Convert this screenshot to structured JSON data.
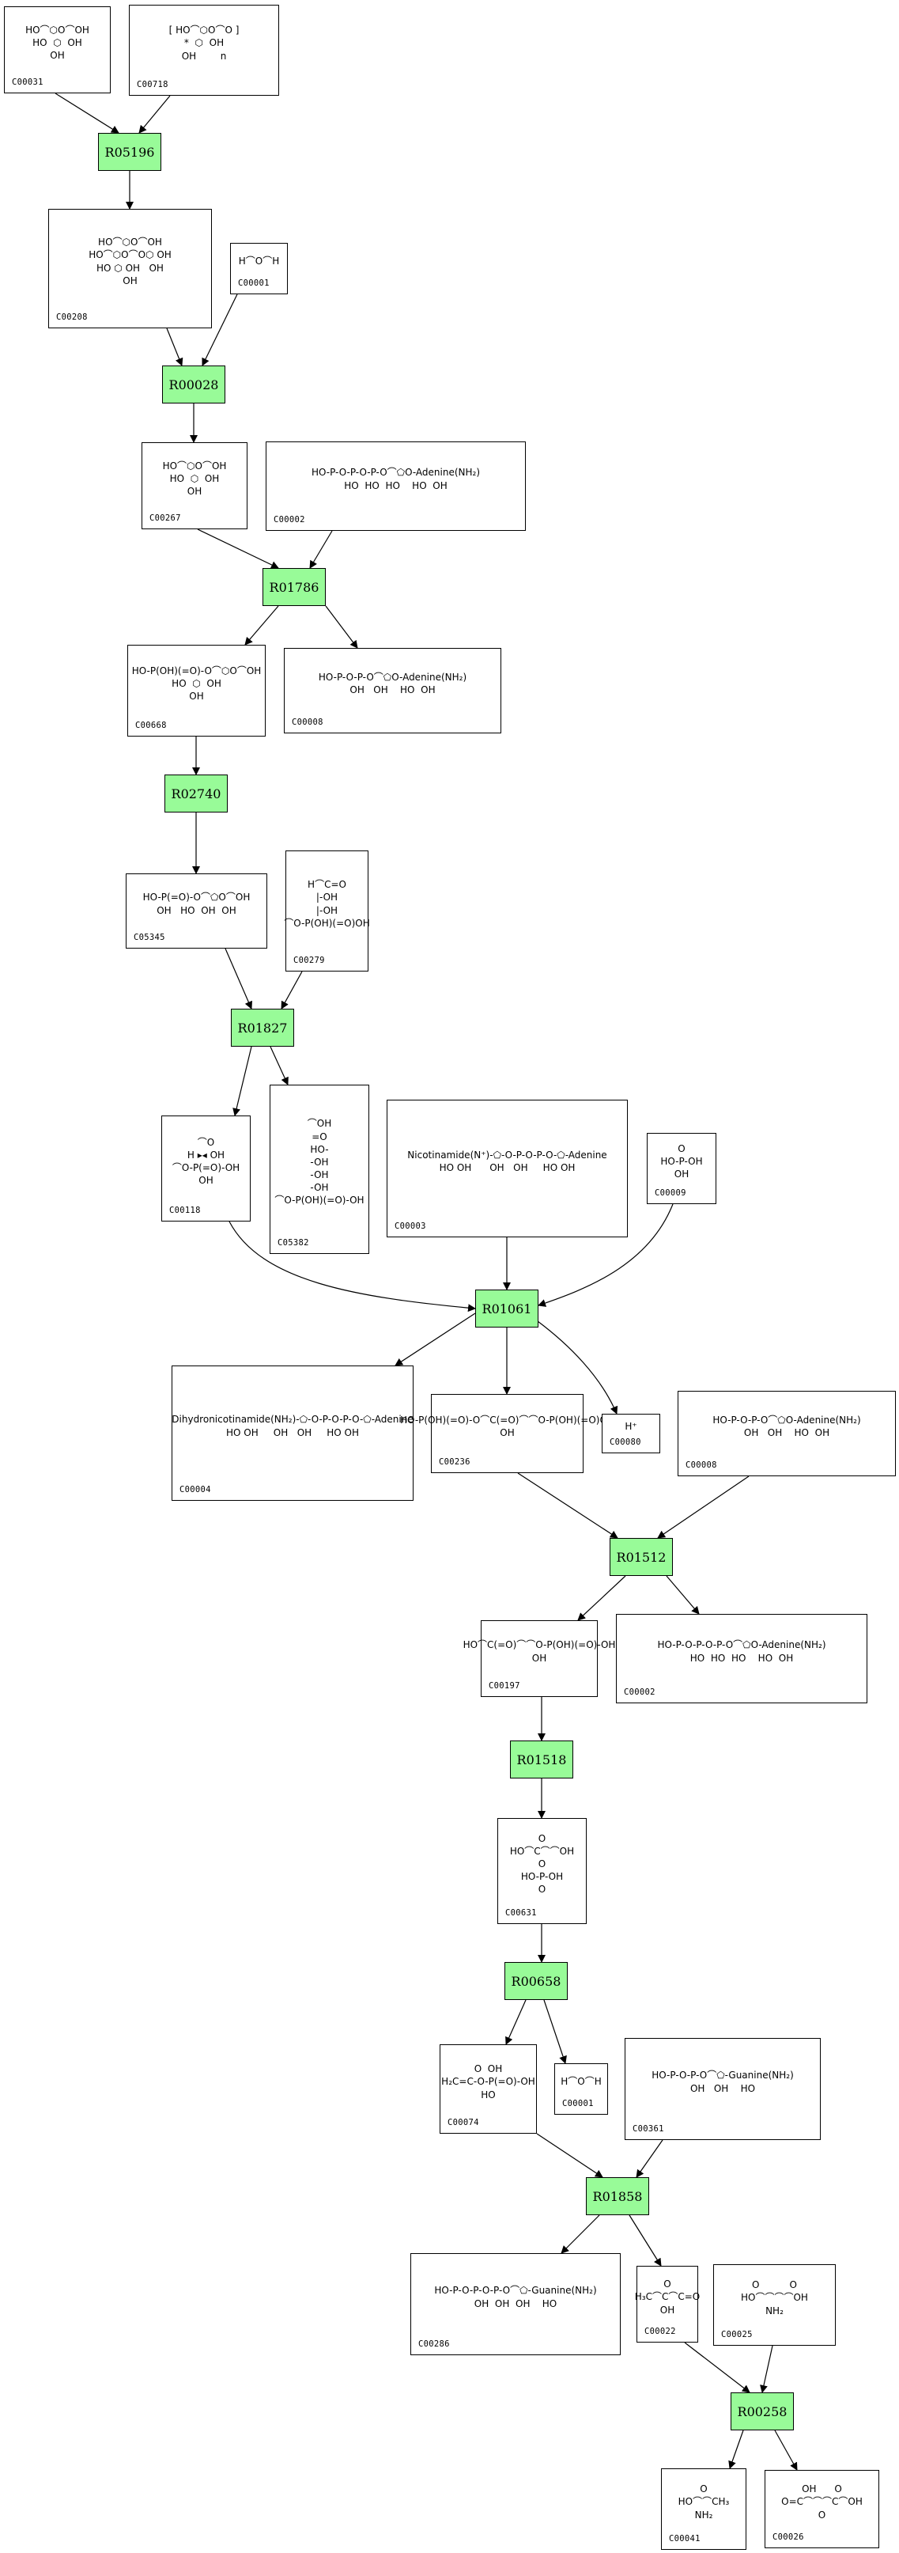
{
  "reactions": [
    {
      "id": "R05196"
    },
    {
      "id": "R00028"
    },
    {
      "id": "R01786"
    },
    {
      "id": "R02740"
    },
    {
      "id": "R01827"
    },
    {
      "id": "R01061"
    },
    {
      "id": "R01512"
    },
    {
      "id": "R01518"
    },
    {
      "id": "R00658"
    },
    {
      "id": "R01858"
    },
    {
      "id": "R00258"
    }
  ],
  "compounds": [
    {
      "id": "C00031",
      "formula": "HO⌒⬡O⌒OH\nHO  ⬡  OH\nOH"
    },
    {
      "id": "C00718",
      "formula": "[ HO⌒⬡O⌒O ]\n*  ⬡  OH\nOH        n"
    },
    {
      "id": "C00208",
      "formula": "HO⌒⬡O⌒OH\nHO⌒⬡O⌒O⬡ OH\nHO ⬡ OH   OH\nOH"
    },
    {
      "id": "C00001",
      "formula": "H⌒O⌒H"
    },
    {
      "id": "C00267",
      "formula": "HO⌒⬡O⌒OH\nHO  ⬡  OH\nOH"
    },
    {
      "id": "C00002",
      "formula": "HO-P-O-P-O-P-O⌒⬠O-Adenine(NH₂)\nHO  HO  HO    HO  OH"
    },
    {
      "id": "C00668",
      "formula": "HO-P(OH)(=O)-O⌒⬡O⌒OH\nHO  ⬡  OH\nOH"
    },
    {
      "id": "C00008",
      "formula": "HO-P-O-P-O⌒⬠O-Adenine(NH₂)\nOH   OH    HO  OH"
    },
    {
      "id": "C05345",
      "formula": "HO-P(=O)-O⌒⬠O⌒OH\nOH   HO  OH  OH"
    },
    {
      "id": "C00279",
      "formula": "H⌒C=O\n|-OH\n|-OH\n⌒O-P(OH)(=O)OH"
    },
    {
      "id": "C00118",
      "formula": "⌒O\nH ▸◂ OH\n⌒O-P(=O)-OH\nOH"
    },
    {
      "id": "C05382",
      "formula": "⌒OH\n=O\nHO-\n-OH\n-OH\n-OH\n⌒O-P(OH)(=O)-OH"
    },
    {
      "id": "C00003",
      "formula": "Nicotinamide(N⁺)-⬠-O-P-O-P-O-⬠-Adenine\nHO OH      OH   OH     HO OH"
    },
    {
      "id": "C00009",
      "formula": "O\nHO-P-OH\nOH"
    },
    {
      "id": "C00004",
      "formula": "Dihydronicotinamide(NH₂)-⬠-O-P-O-P-O-⬠-Adenine\nHO OH     OH   OH     HO OH"
    },
    {
      "id": "C00236",
      "formula": "HO-P(OH)(=O)-O⌒C(=O)⌒⌒O-P(OH)(=O)OH\nOH"
    },
    {
      "id": "C00080",
      "formula": "H⁺"
    },
    {
      "id": "C00008",
      "formula": "HO-P-O-P-O⌒⬠O-Adenine(NH₂)\nOH   OH    HO  OH"
    },
    {
      "id": "C00197",
      "formula": "HO⌒C(=O)⌒⌒O-P(OH)(=O)-OH\nOH"
    },
    {
      "id": "C00002",
      "formula": "HO-P-O-P-O-P-O⌒⬠O-Adenine(NH₂)\nHO  HO  HO    HO  OH"
    },
    {
      "id": "C00631",
      "formula": "O\nHO⌒C⌒⌒OH\nO\nHO-P-OH\nO"
    },
    {
      "id": "C00074",
      "formula": "O  OH\nH₂C=C-O-P(=O)-OH\nHO"
    },
    {
      "id": "C00001",
      "formula": "H⌒O⌒H"
    },
    {
      "id": "C00361",
      "formula": "HO-P-O-P-O⌒⬠-Guanine(NH₂)\nOH   OH    HO"
    },
    {
      "id": "C00286",
      "formula": "HO-P-O-P-O-P-O⌒⬠-Guanine(NH₂)\nOH  OH  OH    HO"
    },
    {
      "id": "C00022",
      "formula": "O\nH₃C⌒C⌒C=O\nOH"
    },
    {
      "id": "C00025",
      "formula": "O          O\nHO⌒⌒⌒⌒OH\nNH₂"
    },
    {
      "id": "C00041",
      "formula": "O\nHO⌒⌒CH₃\nNH₂"
    },
    {
      "id": "C00026",
      "formula": "OH      O\nO=C⌒⌒⌒C⌒OH\nO"
    }
  ],
  "colors": {
    "reaction_fill": "#98fb98",
    "border": "#000000",
    "edge": "#000000"
  }
}
